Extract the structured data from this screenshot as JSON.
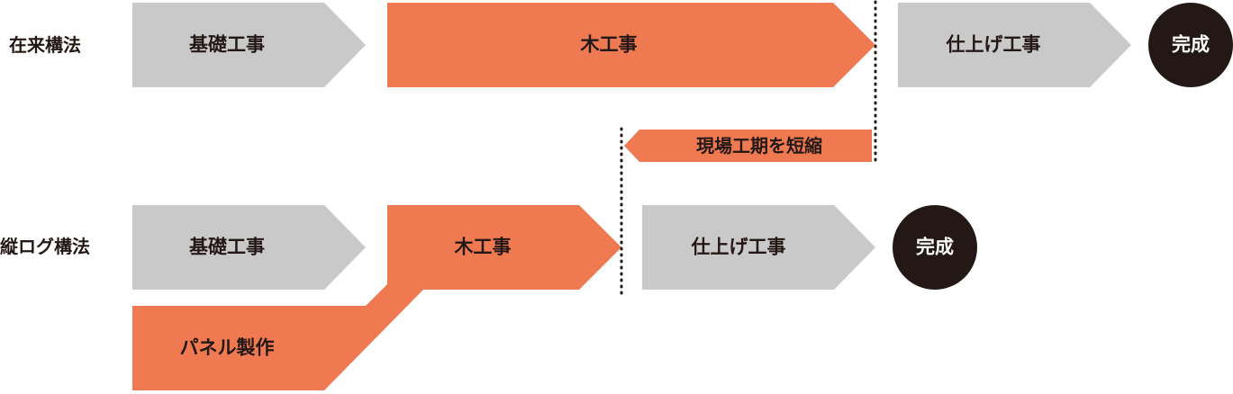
{
  "colors": {
    "gray": "#c9c9c9",
    "orange": "#ef7a52",
    "dark": "#231815",
    "white": "#ffffff"
  },
  "rows": {
    "conventional": {
      "label": "在来構法"
    },
    "tategumi": {
      "label": "縦ログ構法"
    }
  },
  "conventional": {
    "foundation": "基礎工事",
    "carpentry": "木工事",
    "finishing": "仕上げ工事",
    "complete": "完成"
  },
  "tategumi": {
    "foundation": "基礎工事",
    "carpentry": "木工事",
    "finishing": "仕上げ工事",
    "complete": "完成",
    "panel": "パネル製作"
  },
  "note": {
    "shortened": "現場工期を短縮"
  }
}
